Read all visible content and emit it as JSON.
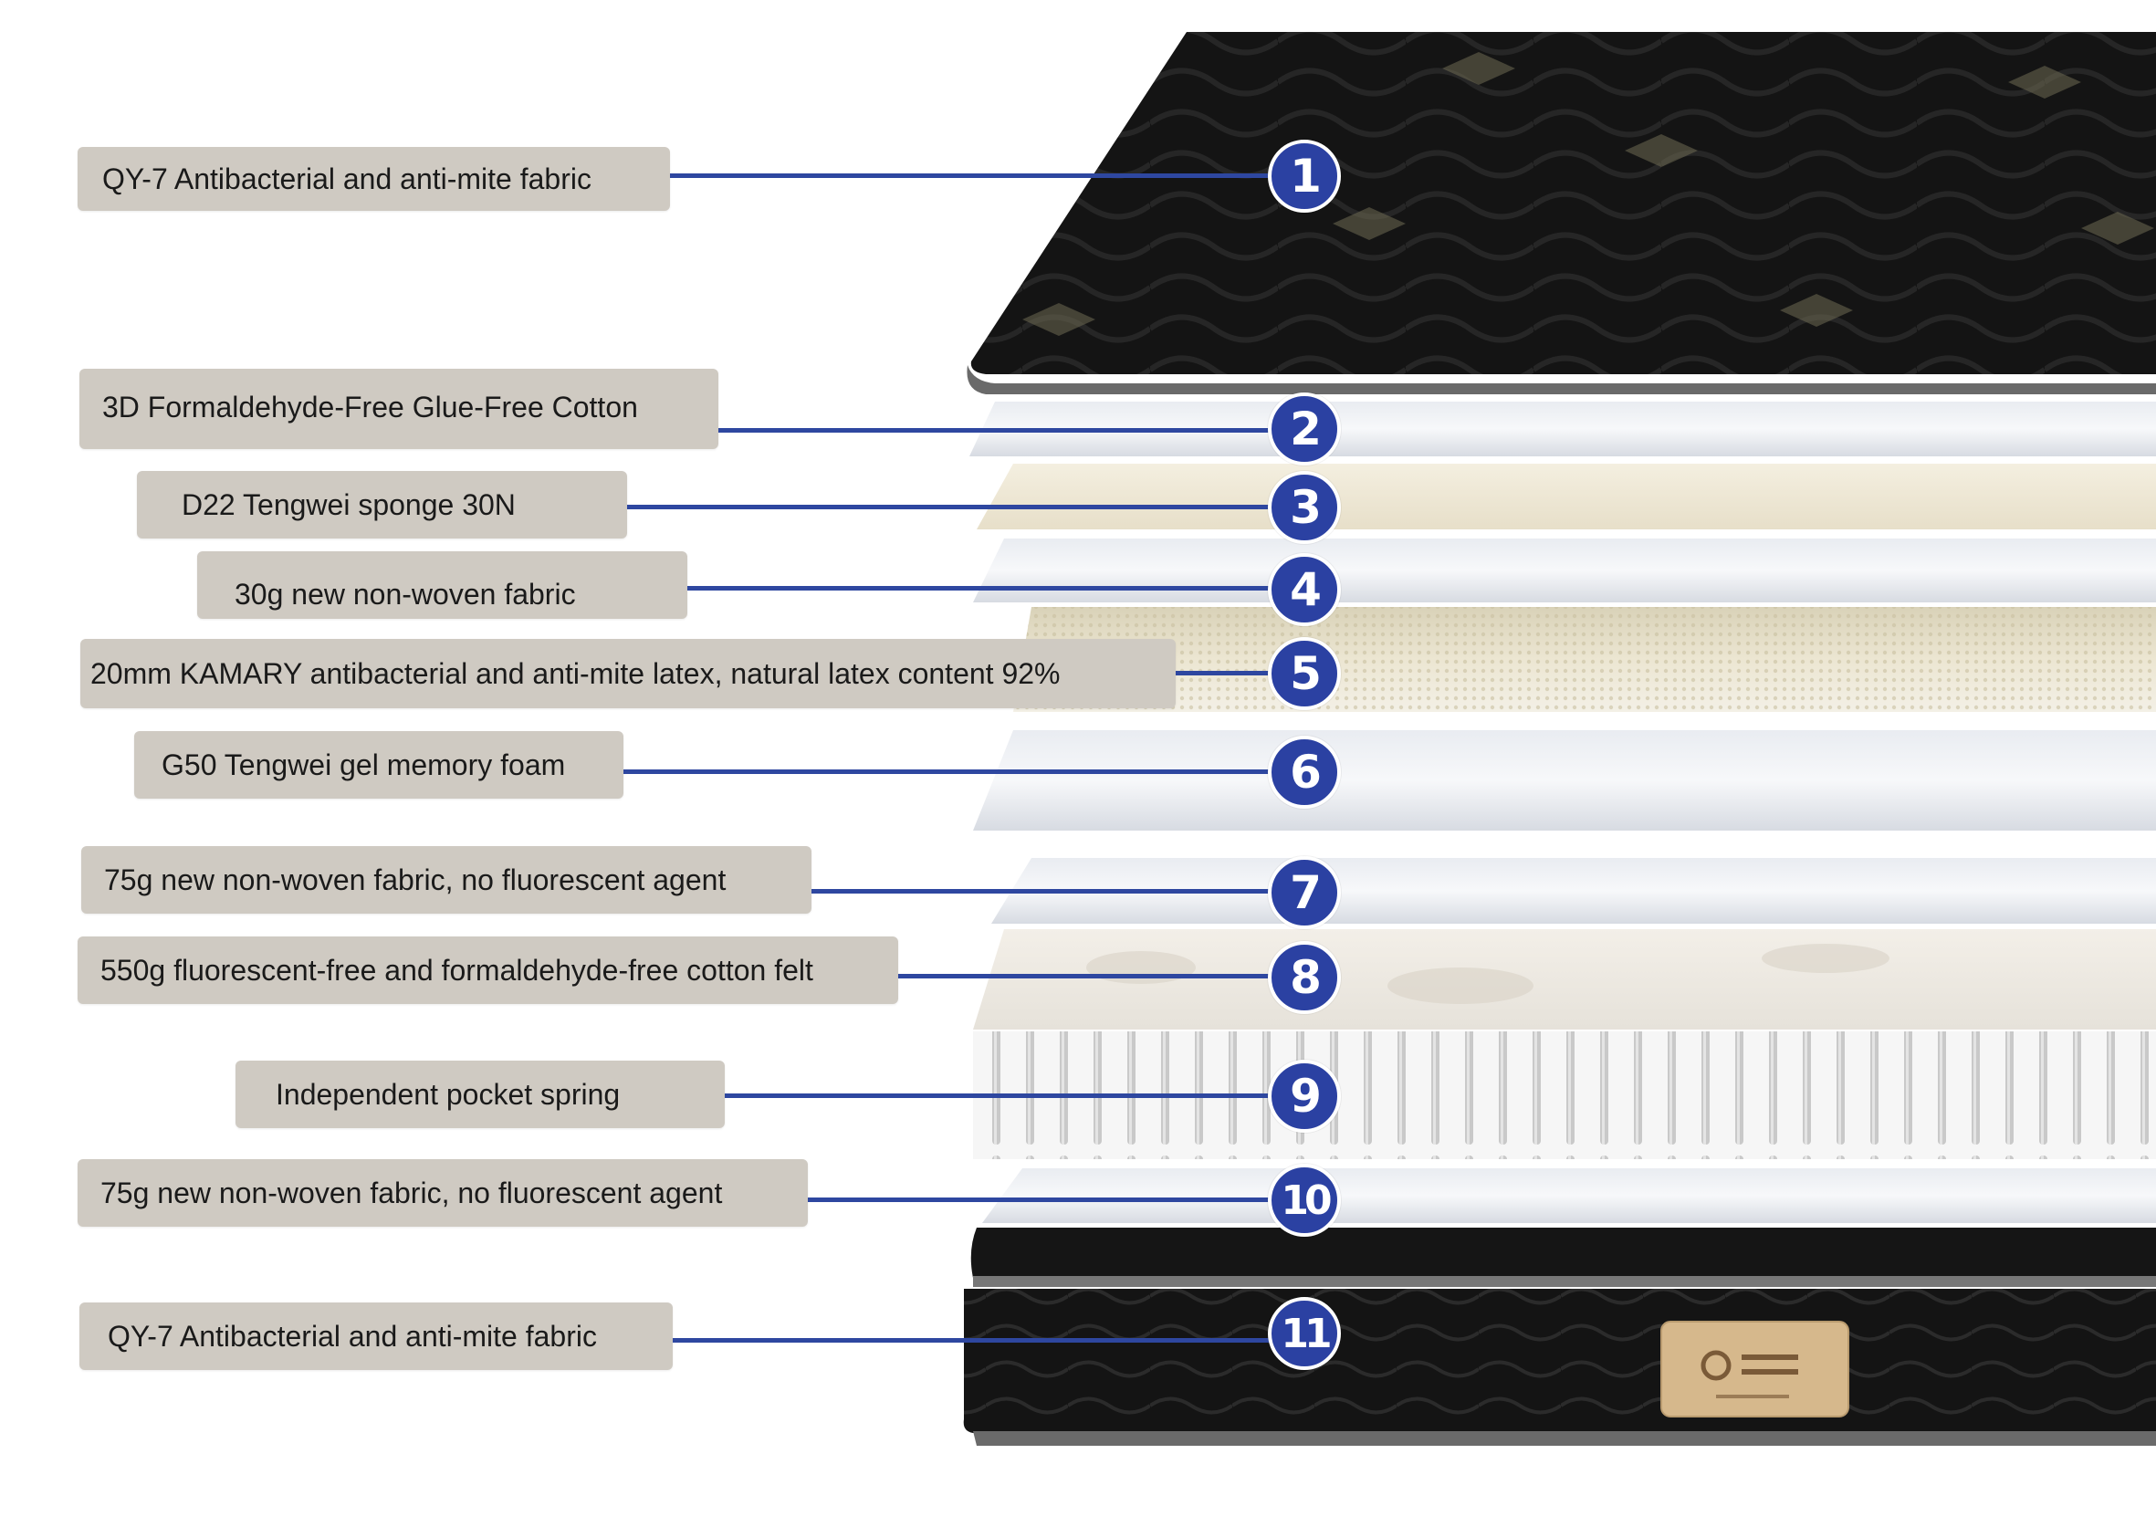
{
  "layers": [
    {
      "number": "1",
      "label": "QY-7 Antibacterial and anti-mite fabric"
    },
    {
      "number": "2",
      "label": "3D Formaldehyde-Free Glue-Free Cotton"
    },
    {
      "number": "3",
      "label": "D22 Tengwei sponge 30N"
    },
    {
      "number": "4",
      "label": "30g new non-woven fabric"
    },
    {
      "number": "5",
      "label": "20mm KAMARY antibacterial and anti-mite latex, natural latex content 92%"
    },
    {
      "number": "6",
      "label": "G50 Tengwei gel memory foam"
    },
    {
      "number": "7",
      "label": "75g new non-woven fabric, no fluorescent agent"
    },
    {
      "number": "8",
      "label": "550g fluorescent-free and formaldehyde-free cotton felt"
    },
    {
      "number": "9",
      "label": "Independent pocket spring"
    },
    {
      "number": "10",
      "label": "75g new non-woven fabric, no fluorescent agent"
    },
    {
      "number": "11",
      "label": "QY-7 Antibacterial and anti-mite fabric"
    }
  ],
  "colors": {
    "label_bg": "#cfcac2",
    "connector": "#2e47a0",
    "badge": "#2b41a2"
  },
  "icons": {
    "brand_logo": "brand-logo-icon"
  }
}
